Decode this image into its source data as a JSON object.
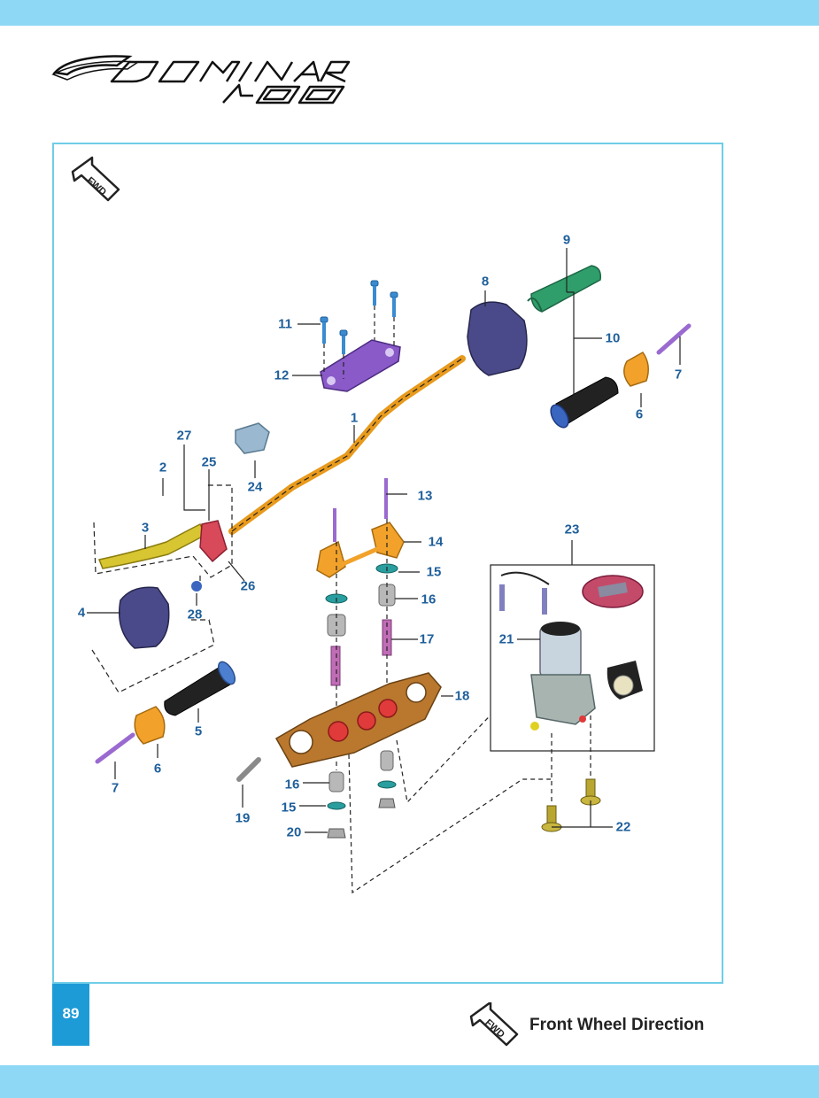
{
  "brand": {
    "model": "DOMINAR",
    "variant": "400"
  },
  "page_number": "89",
  "fwd": {
    "icon_text": "FWD",
    "legend_text": "Front Wheel Direction"
  },
  "callouts": {
    "c1": "1",
    "c2": "2",
    "c3": "3",
    "c4": "4",
    "c5": "5",
    "c6a": "6",
    "c6b": "6",
    "c7a": "7",
    "c7b": "7",
    "c8": "8",
    "c9": "9",
    "c10": "10",
    "c11": "11",
    "c12": "12",
    "c13": "13",
    "c14": "14",
    "c15a": "15",
    "c15b": "15",
    "c16a": "16",
    "c16b": "16",
    "c17": "17",
    "c18": "18",
    "c19": "19",
    "c20": "20",
    "c21": "21",
    "c22": "22",
    "c23": "23",
    "c24": "24",
    "c25": "25",
    "c26": "26",
    "c27": "27",
    "c28": "28"
  },
  "colors": {
    "band": "#8fd8f5",
    "frame": "#6fcde8",
    "callout": "#1f5f9b",
    "handlebar": "#e89a1c",
    "clamp": "#8a5ac8",
    "triple_clamp": "#b9782e",
    "switch": "#4a4a8a",
    "grip": "#222222",
    "throttle": "#2f9e6a",
    "lever": "#d7c531",
    "bolt": "#9a6ad0",
    "page_tab": "#1d9bd7"
  }
}
